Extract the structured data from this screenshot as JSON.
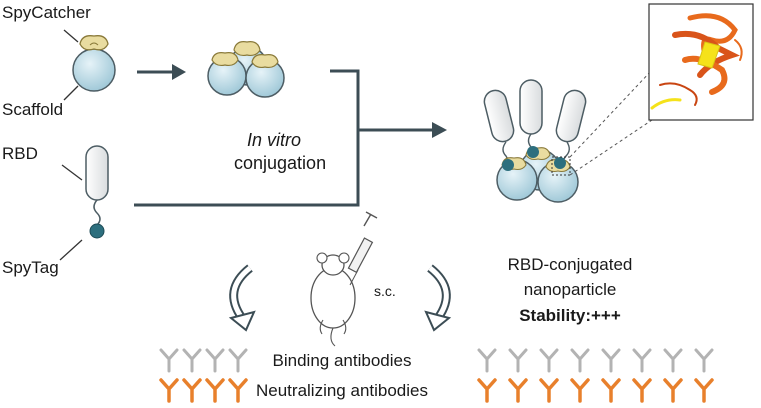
{
  "labels": {
    "spycatcher": "SpyCatcher",
    "scaffold": "Scaffold",
    "rbd": "RBD",
    "spytag": "SpyTag",
    "in_vitro": "In vitro",
    "conjugation": "conjugation",
    "route": "s.c.",
    "product_line1": "RBD-conjugated",
    "product_line2": "nanoparticle",
    "stability": "Stability:+++",
    "binding": "Binding antibodies",
    "neutralizing": "Neutralizing antibodies"
  },
  "colors": {
    "sphere": "#b9d9e6",
    "sphere_stroke": "#4d5d64",
    "catcher": "#e9dca0",
    "catcher_stroke": "#8a7a3a",
    "capsule": "#f0f1f2",
    "tag": "#2d6f7e",
    "arrow": "#3c4d55",
    "antibody_gray": "#b3b3b3",
    "antibody_orange": "#e8802c",
    "protein_orange": "#e86a1c",
    "protein_yellow": "#f5e21a"
  },
  "icons": {
    "mouse": "mouse-icon",
    "syringe": "syringe-icon",
    "protein": "protein-structure-icon"
  },
  "antibody_counts": {
    "left_binding": 4,
    "left_neutralizing": 4,
    "right_binding": 8,
    "right_neutralizing": 8
  }
}
